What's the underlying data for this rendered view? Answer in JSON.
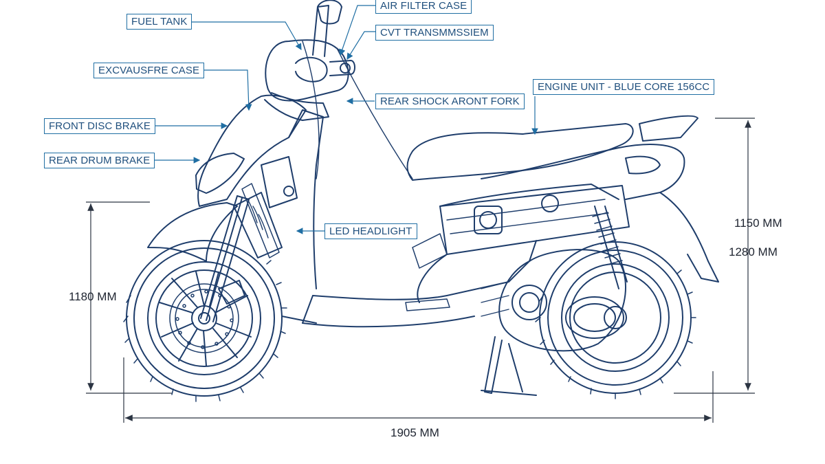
{
  "callouts": {
    "fuel_tank": "FUEL TANK",
    "air_filter_case": "AIR FILTER CASE",
    "cvt_transmission": "CVT TRANSMMSSIEM",
    "exhaust_case": "EXCVAUSFRE CASE",
    "rear_shock_front_fork": "REAR SHOCK ARONT FORK",
    "engine_unit": "ENGINE UNIT - BLUE CORE 156CC",
    "front_disc_brake": "FRONT DISC BRAKE",
    "rear_drum_brake": "REAR DRUM BRAKE",
    "led_headlight": "LED HEADLIGHT"
  },
  "dimensions": {
    "overall_length": "1905 MM",
    "front_height": "1180 MM",
    "rear_height_upper": "1150 MM",
    "rear_height_lower": "1280 MM"
  },
  "colors": {
    "line": "#1e3d6b",
    "label_border": "#1f6ea3",
    "label_text": "#1f4f7d",
    "dimension_line": "#2b3442"
  }
}
